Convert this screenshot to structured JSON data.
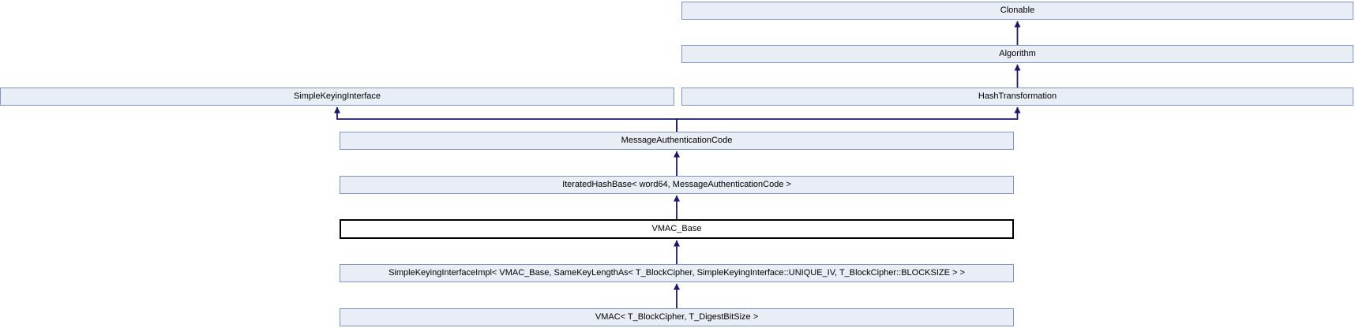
{
  "diagram": {
    "type": "class-inheritance-graph",
    "highlighted_node": "VMAC_Base",
    "nodes": {
      "clonable": {
        "label": "Clonable"
      },
      "algorithm": {
        "label": "Algorithm"
      },
      "simple_keying_interface": {
        "label": "SimpleKeyingInterface"
      },
      "hash_transformation": {
        "label": "HashTransformation"
      },
      "message_authentication_code": {
        "label": "MessageAuthenticationCode"
      },
      "iterated_hash_base": {
        "label": "IteratedHashBase< word64, MessageAuthenticationCode >"
      },
      "vmac_base": {
        "label": "VMAC_Base"
      },
      "simple_keying_interface_impl": {
        "label": "SimpleKeyingInterfaceImpl< VMAC_Base, SameKeyLengthAs< T_BlockCipher, SimpleKeyingInterface::UNIQUE_IV, T_BlockCipher::BLOCKSIZE > >"
      },
      "vmac": {
        "label": "VMAC< T_BlockCipher, T_DigestBitSize >"
      }
    },
    "edges": [
      {
        "from": "Algorithm",
        "to": "Clonable"
      },
      {
        "from": "HashTransformation",
        "to": "Algorithm"
      },
      {
        "from": "MessageAuthenticationCode",
        "to": "SimpleKeyingInterface"
      },
      {
        "from": "MessageAuthenticationCode",
        "to": "HashTransformation"
      },
      {
        "from": "IteratedHashBase< word64, MessageAuthenticationCode >",
        "to": "MessageAuthenticationCode"
      },
      {
        "from": "VMAC_Base",
        "to": "IteratedHashBase< word64, MessageAuthenticationCode >"
      },
      {
        "from": "SimpleKeyingInterfaceImpl< VMAC_Base, SameKeyLengthAs< T_BlockCipher, SimpleKeyingInterface::UNIQUE_IV, T_BlockCipher::BLOCKSIZE > >",
        "to": "VMAC_Base"
      },
      {
        "from": "VMAC< T_BlockCipher, T_DigestBitSize >",
        "to": "SimpleKeyingInterfaceImpl< VMAC_Base, SameKeyLengthAs< T_BlockCipher, SimpleKeyingInterface::UNIQUE_IV, T_BlockCipher::BLOCKSIZE > >"
      }
    ],
    "colors": {
      "node_fill": "#E8EDF6",
      "node_border": "#7D96C6",
      "highlight_border": "#000000",
      "highlight_fill": "#FFFFFF",
      "edge": "#191970",
      "text": "#000000",
      "background": "#FFFFFF"
    }
  }
}
